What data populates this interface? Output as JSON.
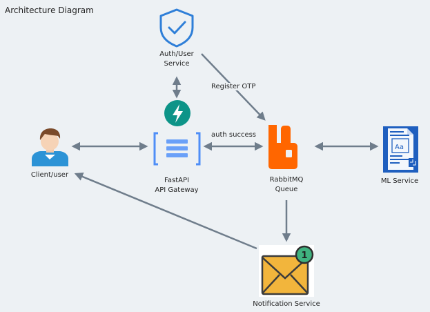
{
  "title": "Architecture Diagram",
  "nodes": {
    "auth": {
      "line1": "Auth/User",
      "line2": "Service",
      "icon": "shield-check-icon"
    },
    "client": {
      "label": "Client/user",
      "icon": "user-avatar-icon"
    },
    "gateway": {
      "line1": "FastAPI",
      "line2": "API Gateway",
      "icon": "api-gateway-icon",
      "badge_icon": "fastapi-lightning-icon"
    },
    "queue": {
      "line1": "RabbitMQ",
      "line2": "Queue",
      "icon": "rabbitmq-icon"
    },
    "ml": {
      "label": "ML Service",
      "icon": "ml-document-icon"
    },
    "notification": {
      "label": "Notification Service",
      "icon": "mail-icon",
      "badge": "1"
    }
  },
  "edges": {
    "register_otp": "Register OTP",
    "auth_success": "auth success"
  },
  "colors": {
    "background": "#edf1f4",
    "arrow": "#6f7d8b",
    "shield": "#2f7fd8",
    "fastapi": "#0d9488",
    "gateway": "#4f8ef7",
    "rabbitmq": "#ff6600",
    "ml": "#1f5fbf",
    "mail": "#f2b53c",
    "badge": "#3fb27f"
  }
}
